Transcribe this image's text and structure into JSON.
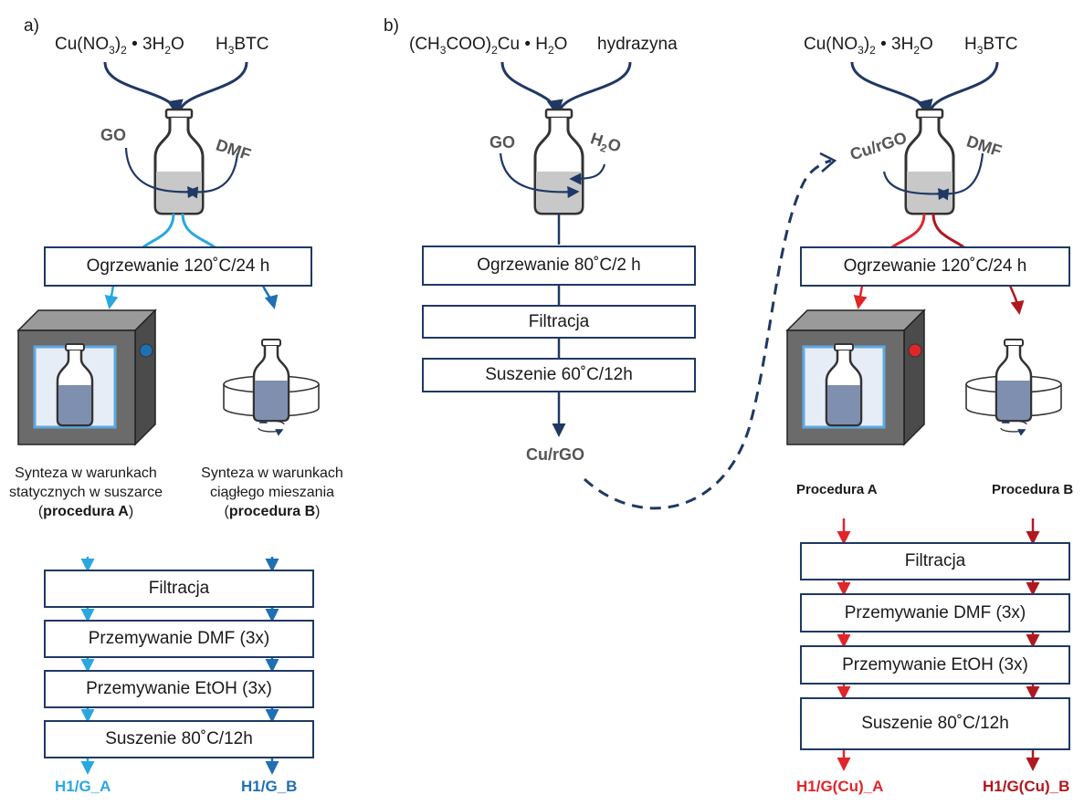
{
  "panel_a": {
    "label": "a)",
    "reagent_1": "Cu(NO3)2 • 3H2O",
    "reagent_2": "H3BTC",
    "solvent_left": "GO",
    "solvent_right": "DMF",
    "heating": "Ogrzewanie 120˚C/24 h",
    "caption_a_line1": "Synteza w warunkach",
    "caption_a_line2": "statycznych w suszarce",
    "caption_a_line3_pre": "(",
    "caption_a_line3_bold": "procedura A",
    "caption_a_line3_post": ")",
    "caption_b_line1": "Synteza w warunkach",
    "caption_b_line2": "ciągłego mieszania",
    "caption_b_line3_pre": "(",
    "caption_b_line3_bold": "procedura B",
    "caption_b_line3_post": ")",
    "steps": [
      "Filtracja",
      "Przemywanie DMF (3x)",
      "Przemywanie EtOH (3x)",
      "Suszenie 80˚C/12h"
    ],
    "product_a": "H1/G_A",
    "product_b": "H1/G_B"
  },
  "panel_b": {
    "label": "b)",
    "reagent_1": "(CH3COO)2Cu • H2O",
    "reagent_2": "hydrazyna",
    "solvent_left": "GO",
    "solvent_right": "H2O",
    "steps": [
      "Ogrzewanie 80˚C/2 h",
      "Filtracja",
      "Suszenie 60˚C/12h"
    ],
    "intermediate": "Cu/rGO"
  },
  "panel_c": {
    "reagent_1": "Cu(NO3)2 • 3H2O",
    "reagent_2": "H3BTC",
    "solvent_left": "Cu/rGO",
    "solvent_right": "DMF",
    "heating": "Ogrzewanie 120˚C/24 h",
    "procedure_a": "Procedura A",
    "procedure_b": "Procedura B",
    "steps": [
      "Filtracja",
      "Przemywanie DMF (3x)",
      "Przemywanie EtOH (3x)",
      "Suszenie 80˚C/12h"
    ],
    "product_a": "H1/G(Cu)_A",
    "product_b": "H1/G(Cu)_B"
  },
  "colors": {
    "navy": "#1f3864",
    "light_blue": "#29a8df",
    "mid_blue": "#1f6fb4",
    "red": "#e0262b",
    "dark_red": "#b0181f",
    "liquid": "#7f8fb0",
    "oven": "#6b6b6b"
  }
}
